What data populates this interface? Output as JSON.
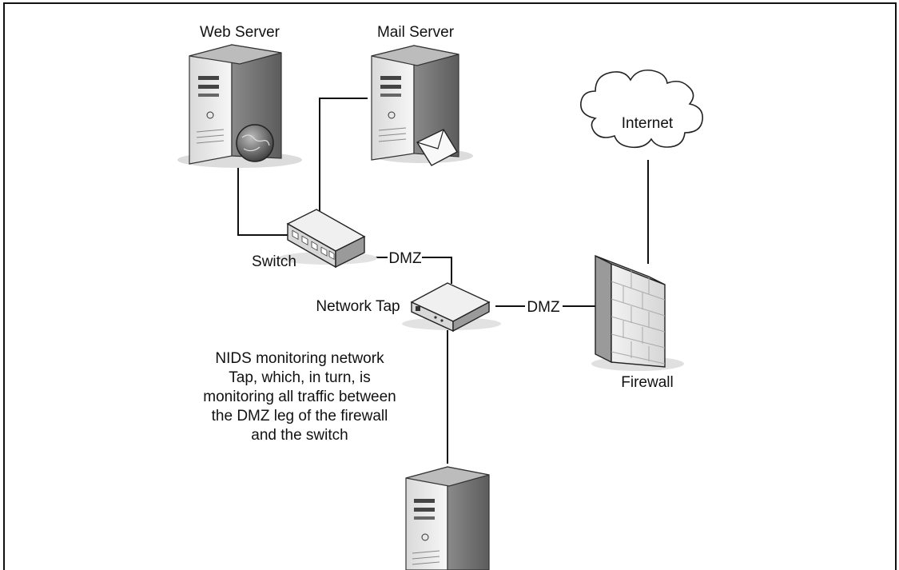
{
  "labels": {
    "web_server": "Web Server",
    "mail_server": "Mail Server",
    "internet": "Internet",
    "switch": "Switch",
    "dmz_switch_link": "DMZ",
    "network_tap": "Network Tap",
    "dmz_firewall_link": "DMZ",
    "firewall": "Firewall"
  },
  "nids_note": [
    "NIDS monitoring network",
    "Tap, which, in turn, is",
    "monitoring all traffic between",
    "the DMZ leg of the firewall",
    "and the switch"
  ],
  "icons": {
    "web_server": "server-globe-icon",
    "mail_server": "server-envelope-icon",
    "internet": "cloud-icon",
    "switch": "network-switch-icon",
    "network_tap": "network-tap-icon",
    "firewall": "firewall-brick-icon",
    "nids_sensor": "server-icon"
  }
}
